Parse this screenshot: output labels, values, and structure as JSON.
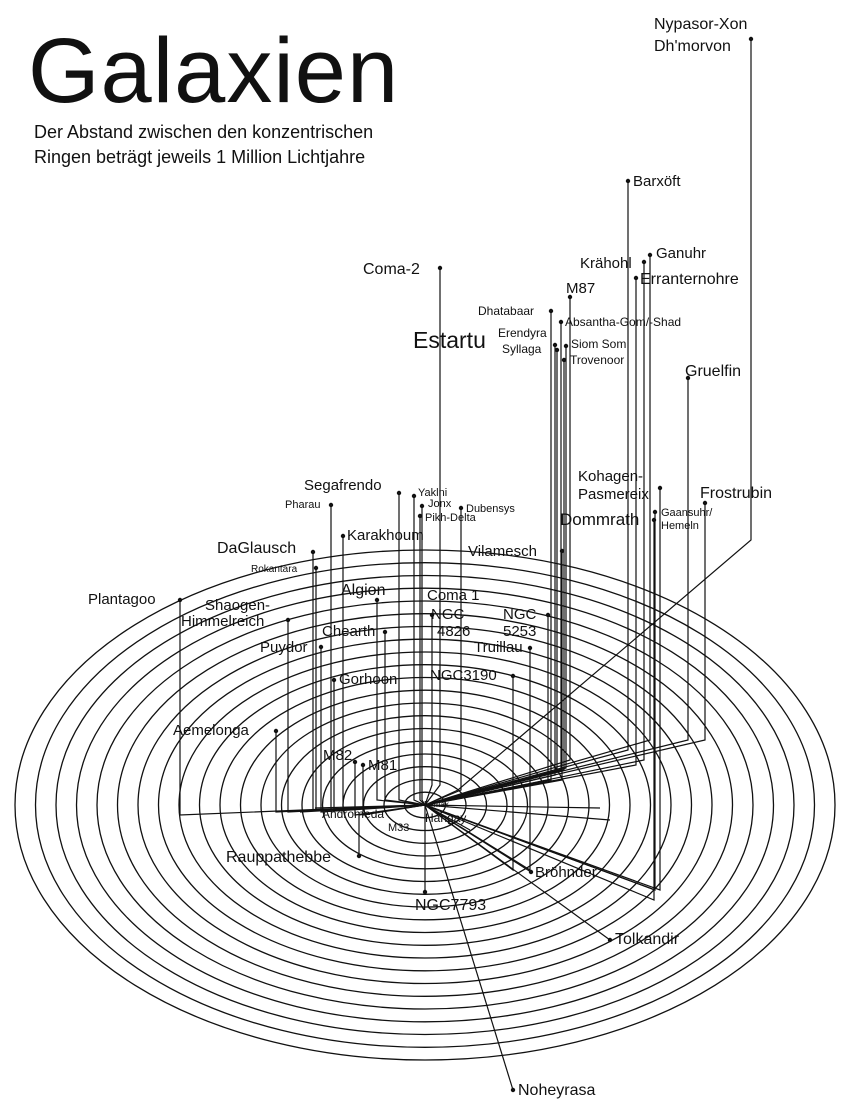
{
  "header": {
    "title": "Galaxien",
    "subtitle_line1": "Der Abstand zwischen den konzentrischen",
    "subtitle_line2": "Ringen beträgt jeweils 1 Million Lichtjahre"
  },
  "diagram": {
    "ring_count": 20,
    "ring_spacing_label": "1 Million Lichtjahre",
    "colors": {
      "ink": "#111111",
      "background": "#ffffff"
    },
    "galaxies": [
      "Nypasor-Xon",
      "Dh'morvon",
      "Barxöft",
      "Ganuhr",
      "Krähohl",
      "Erranternohre",
      "M87",
      "Coma-2",
      "Dhatabaar",
      "Absantha-Gom/-Shad",
      "Estartu",
      "Erendyra",
      "Siom Som",
      "Syllaga",
      "Trovenoor",
      "Gruelfin",
      "Kohagen-Pasmereix",
      "Frostrubin",
      "Gaansuhr/Hemeln",
      "Dommrath",
      "Segafrendo",
      "Yaklni",
      "Jonx",
      "Dubensys",
      "Pharau",
      "Pikh-Delta",
      "Karakhoum",
      "DaGlausch",
      "Vilamesch",
      "Rokantara",
      "Algion",
      "Coma 1",
      "Plantagoo",
      "Shaogen-Himmelreich",
      "NGC 4826",
      "NGC 5253",
      "Chearth",
      "Truillau",
      "Puydor",
      "Gorhoon",
      "NGC3190",
      "Aemelonga",
      "M82",
      "M81",
      "Andromeda",
      "Fornax",
      "Hangay",
      "M33",
      "Rauppathebbe",
      "Bröhnder",
      "NGC7793",
      "Tolkandir",
      "Noheyrasa"
    ]
  }
}
